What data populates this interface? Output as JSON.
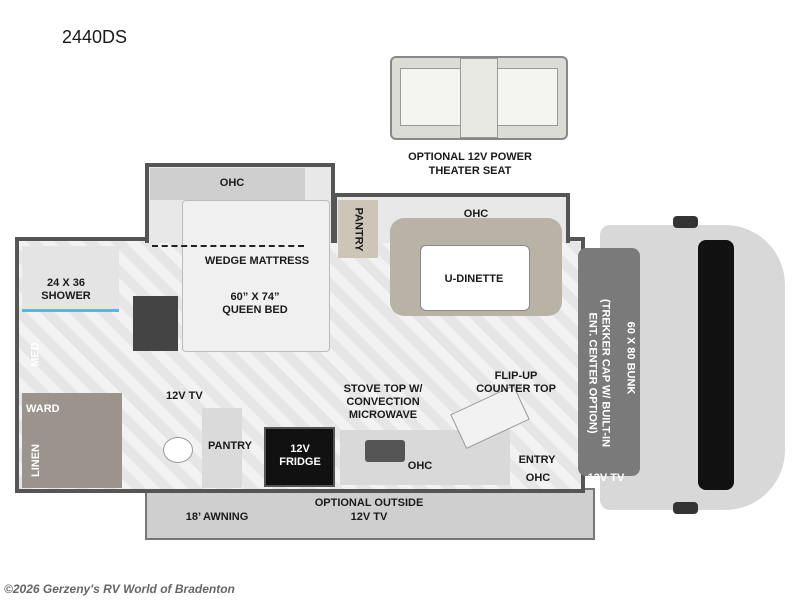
{
  "model": "2440DS",
  "theater_seat": {
    "line1": "OPTIONAL 12V POWER",
    "line2": "THEATER SEAT"
  },
  "labels": {
    "bedroom_ohc": "OHC",
    "wedge_mattress": "WEDGE MATTRESS",
    "bed_size": "60” X 74”",
    "bed_type": "QUEEN BED",
    "shower_size": "24 X 36",
    "shower": "SHOWER",
    "med": "MED",
    "ward": "WARD",
    "linen": "LINEN",
    "tv_rear": "12V TV",
    "pantry_rear": "PANTRY",
    "fridge_1": "12V",
    "fridge_2": "FRIDGE",
    "pantry_dinette": "PANTRY",
    "dinette_ohc": "OHC",
    "dinette": "U-DINETTE",
    "stove_1": "STOVE TOP W/",
    "stove_2": "CONVECTION",
    "stove_3": "MICROWAVE",
    "counter_1": "FLIP-UP",
    "counter_2": "COUNTER TOP",
    "galley_ohc": "OHC",
    "entry": "ENTRY",
    "entry_ohc": "OHC",
    "tv_front": "12V TV",
    "bunk_1": "60 X 80 BUNK",
    "bunk_2": "(TREKKER CAP W/ BUILT-IN",
    "bunk_3": "ENT. CENTER OPTION)",
    "outside_tv_1": "OPTIONAL OUTSIDE",
    "outside_tv_2": "12V TV",
    "awning": "18’ AWNING"
  },
  "copyright": "©2026 Gerzeny's RV World of Bradenton",
  "colors": {
    "wall": "#555555",
    "fridge": "#111111",
    "bunk": "#7a7a7a",
    "shower_accent": "#3cc4e8"
  }
}
